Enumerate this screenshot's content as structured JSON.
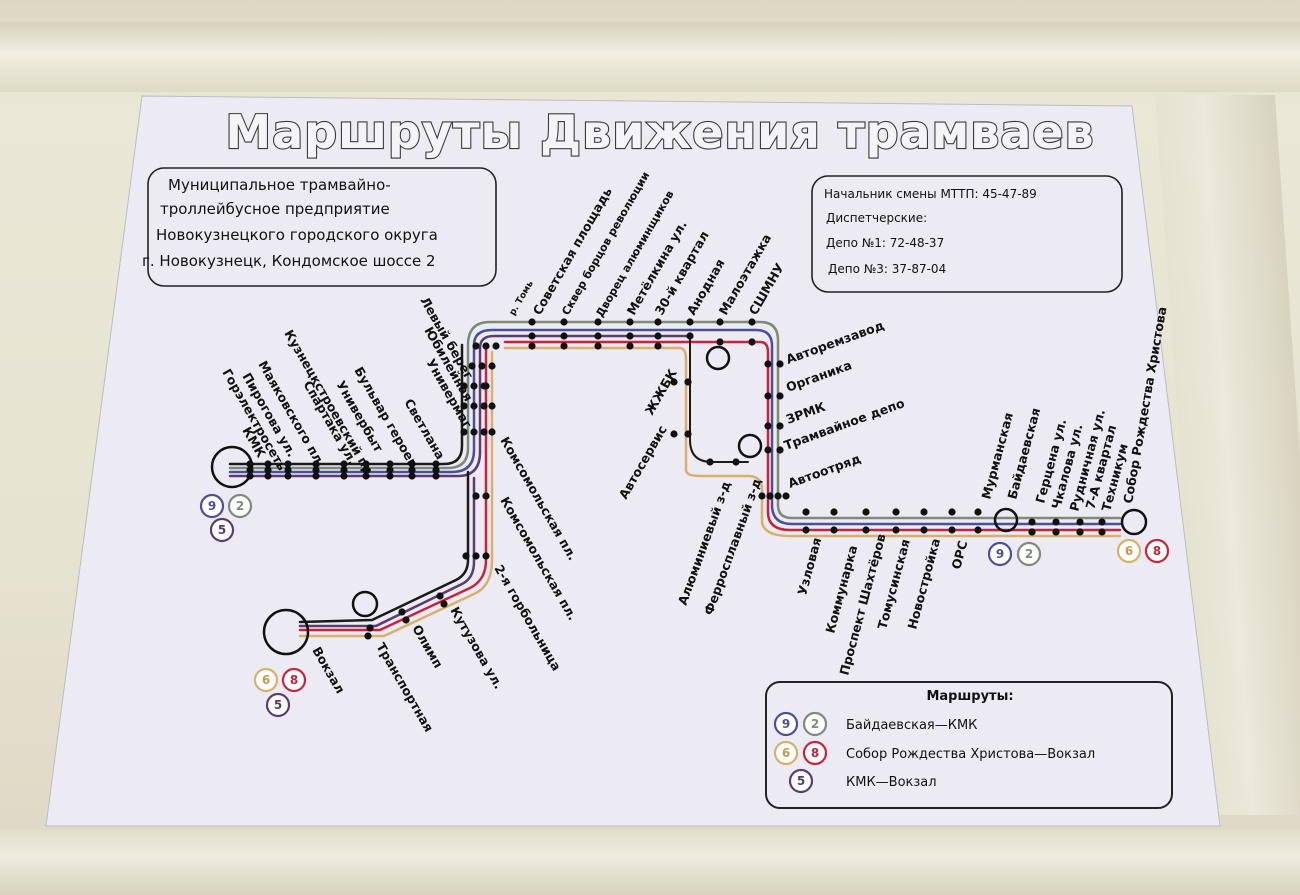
{
  "title": "Маршруты Движения трамваев",
  "company": {
    "line1": "Муниципальное трамвайно-",
    "line2": "троллейбусное предприятие",
    "line3": "Новокузнецкого городского округа",
    "line4": "г. Новокузнецк, Кондомское шоссе  2"
  },
  "contacts": {
    "line1": "Начальник смены МТТП: 45-47-89",
    "line2": "Диспетчерские:",
    "line3": "Депо №1: 72-48-37",
    "line4": "Депо №3: 37-87-04"
  },
  "colors": {
    "route9": "#4a4f9a",
    "route2": "#7d8a78",
    "route6": "#d8b06a",
    "route8": "#c8233a",
    "route5": "#5a3d6e",
    "track_black": "#1a1a1a"
  },
  "stations": {
    "kmk": "КМК",
    "gorelektroset": "Горэлектросеть",
    "pirogova": "Пирогова ул.",
    "mayakovskogo": "Маяковского пл.",
    "kuznetskstroevsky": "Кузнецкстроевский пр.",
    "spartaka": "Спартака ул.",
    "univerbyt": "Универбыт",
    "bulvar": "Бульвар героев",
    "svetlana": "Светлана",
    "univermag": "Универмаг",
    "yubileynaya": "Юбилейная",
    "levy_bereg": "Левый берег",
    "r_tom": "р. Томь",
    "sovetskaya": "Советская площадь",
    "skver": "Сквер борцов революции",
    "dvorets": "Дворец алюминщиков",
    "metelkina": "Метёлкина ул.",
    "kvartal30": "30-й квартал",
    "anodnaya": "Анодная",
    "malostazhka": "Малоэтажка",
    "sshmnu": "СШМНУ",
    "avtoremzavod": "Авторемзавод",
    "organika": "Органика",
    "zrmk": "ЗРМК",
    "tram_depo": "Трамвайное депо",
    "avtootryad": "Автоотряд",
    "zhzhbk": "ЖЖБК",
    "avtoservis": "Автосервис",
    "aluminiev": "Алюминиевый з-д",
    "ferrosplav": "Ферросплавный з-д",
    "komsomolskaya": "Комсомольская пл.",
    "komsomolskaya2": "Комсомольская пл.",
    "gorbolnitsa": "2-я горбольница",
    "kutuzova": "Кутузова ул.",
    "olimp": "Олимп",
    "transportnaya": "Транспортная",
    "vokzal": "Вокзал",
    "uzlovaya": "Узловая",
    "kommunarka": "Коммунарка",
    "prospekt": "Проспект Шахтёров",
    "tomusinskaya": "Томусинская",
    "novostroyka": "Новостройка",
    "ors": "ОРС",
    "murmanskaya": "Мурманская",
    "baydaevskaya": "Байдаевская",
    "gertsena": "Герцена ул.",
    "chkalova": "Чкалова ул.",
    "rudnichnaya": "Рудничная ул.",
    "kvartal7a": "7-А квартал",
    "tekhnikum": "Техникум",
    "sobor": "Собор Рождества Христова"
  },
  "badges": {
    "b9": "9",
    "b2": "2",
    "b5": "5",
    "b6": "6",
    "b8": "8"
  },
  "legend": {
    "title": "Маршруты:",
    "route1": "Байдаевская—КМК",
    "route2": "Собор Рождества Христова—Вокзал",
    "route3": "КМК—Вокзал"
  }
}
